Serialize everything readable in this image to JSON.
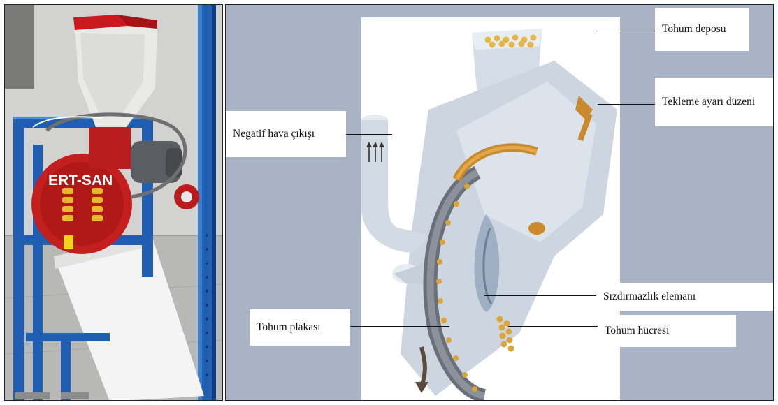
{
  "photo": {
    "brand_text": "ERT-SAN"
  },
  "diagram": {
    "labels": {
      "tohum_deposu": "Tohum deposu",
      "tekleme": "Tekleme ayarı düzeni",
      "negatif_hava": "Negatif hava çıkışı",
      "sizdirmazlik": "Sızdırmazlık elemanı",
      "tohum_plakasi": "Tohum plakası",
      "tohum_hucresi": "Tohum hücresi"
    }
  }
}
